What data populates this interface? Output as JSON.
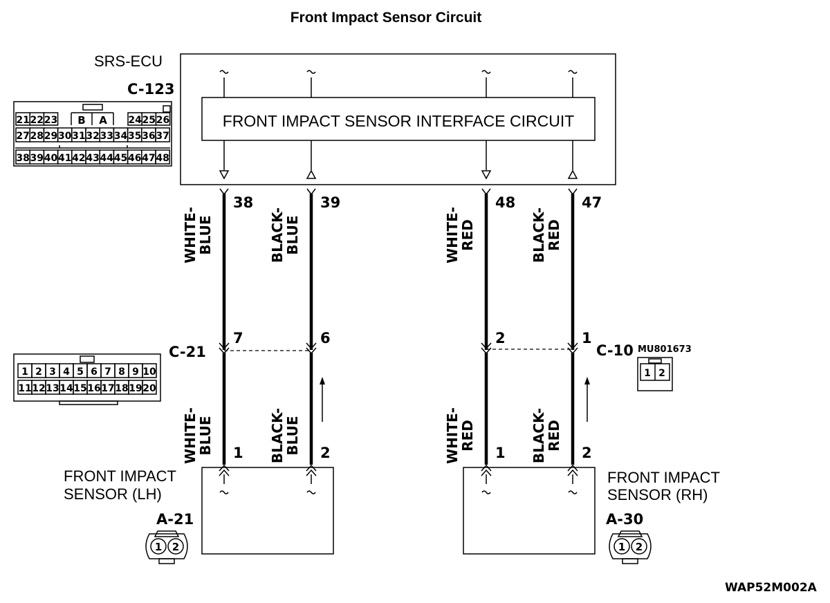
{
  "title": "Front Impact Sensor Circuit",
  "ecu": {
    "label": "SRS-ECU",
    "connector_id": "C-123",
    "interface_label": "FRONT IMPACT SENSOR INTERFACE CIRCUIT",
    "connector_pins": {
      "row1_left": [
        "21",
        "22",
        "23"
      ],
      "row1_mid": [
        "B",
        "A"
      ],
      "row1_right": [
        "24",
        "25",
        "26"
      ],
      "row2": [
        "27",
        "28",
        "29",
        "30",
        "31",
        "32",
        "33",
        "34",
        "35",
        "36",
        "37"
      ],
      "row3": [
        "38",
        "39",
        "40",
        "41",
        "42",
        "43",
        "44",
        "45",
        "46",
        "47",
        "48"
      ]
    }
  },
  "wires": [
    {
      "ecu_pin": "38",
      "color_line1": "WHITE-",
      "color_line2": "BLUE",
      "mid_pin": "7",
      "sensor_pin": "1"
    },
    {
      "ecu_pin": "39",
      "color_line1": "BLACK-",
      "color_line2": "BLUE",
      "mid_pin": "6",
      "sensor_pin": "2"
    },
    {
      "ecu_pin": "48",
      "color_line1": "WHITE-",
      "color_line2": "RED",
      "mid_pin": "2",
      "sensor_pin": "1"
    },
    {
      "ecu_pin": "47",
      "color_line1": "BLACK-",
      "color_line2": "RED",
      "mid_pin": "1",
      "sensor_pin": "2"
    }
  ],
  "connector_c21": {
    "id": "C-21",
    "row1": [
      "1",
      "2",
      "3",
      "4",
      "5",
      "6",
      "7",
      "8",
      "9",
      "10"
    ],
    "row2": [
      "11",
      "12",
      "13",
      "14",
      "15",
      "16",
      "17",
      "18",
      "19",
      "20"
    ]
  },
  "connector_c10": {
    "id": "C-10",
    "part_number": "MU801673",
    "pins": [
      "1",
      "2"
    ]
  },
  "sensor_lh": {
    "line1": "FRONT IMPACT",
    "line2": "SENSOR (LH)",
    "connector_id": "A-21",
    "pins": [
      "1",
      "2"
    ]
  },
  "sensor_rh": {
    "line1": "FRONT IMPACT",
    "line2": "SENSOR (RH)",
    "connector_id": "A-30",
    "pins": [
      "1",
      "2"
    ]
  },
  "figure_code": "WAP52M002A"
}
